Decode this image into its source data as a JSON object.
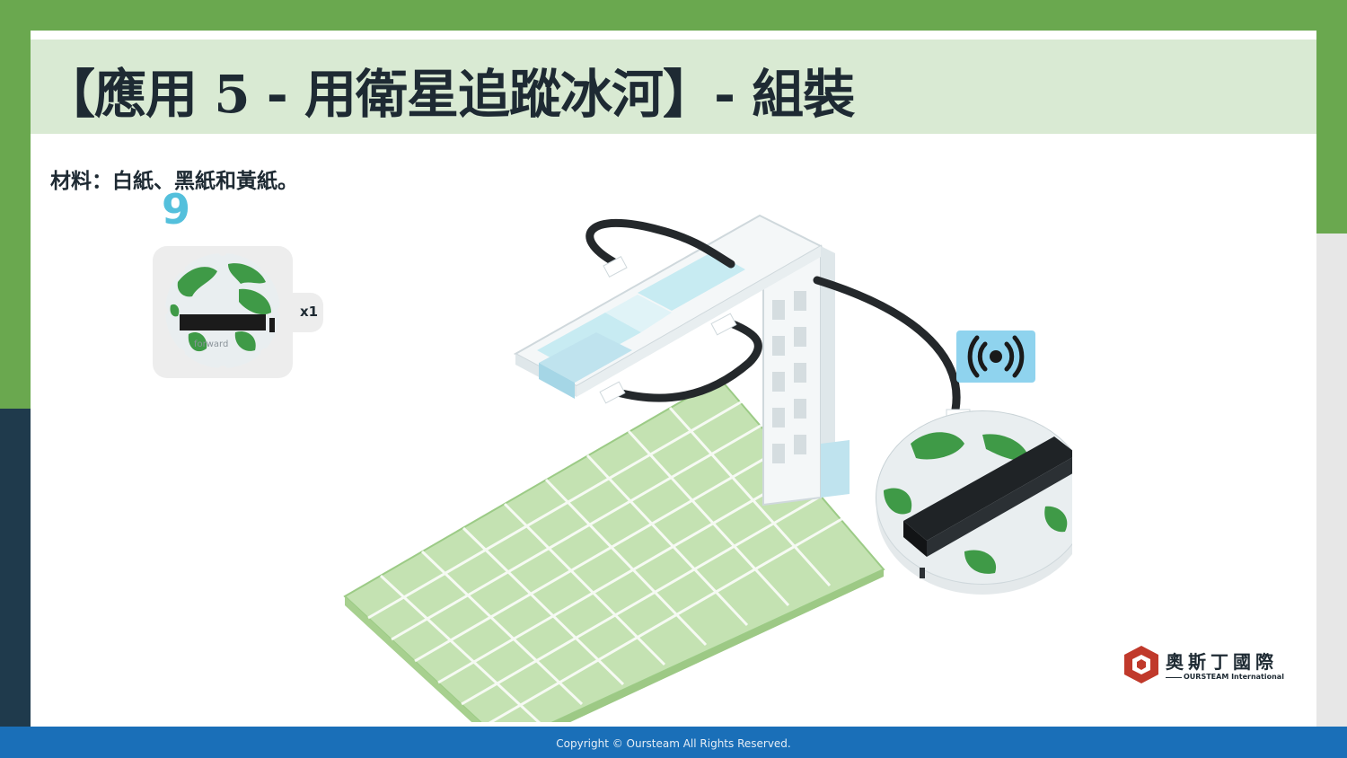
{
  "slide": {
    "title": "【應用 5 - 用衛星追蹤冰河】- 組裝",
    "materials": "材料：白紙、黑紙和黃紙。"
  },
  "step": {
    "number": "9",
    "part_quantity": "x1"
  },
  "board_label": "forward",
  "logo": {
    "name_cn": "奧斯丁國際",
    "name_en": "OURSTEAM International"
  },
  "footer": {
    "copyright": "Copyright © Oursteam All Rights Reserved."
  },
  "colors": {
    "header_green": "#6aa84f",
    "title_band": "#d9ead3",
    "footer_blue": "#1a6fb8",
    "step_number": "#54c0dc",
    "badge_blue": "#8fd3ee",
    "logo_red": "#c0392b"
  },
  "icons": {
    "radio_badge": "radio-signal-icon",
    "logo": "cube-logo-icon"
  }
}
